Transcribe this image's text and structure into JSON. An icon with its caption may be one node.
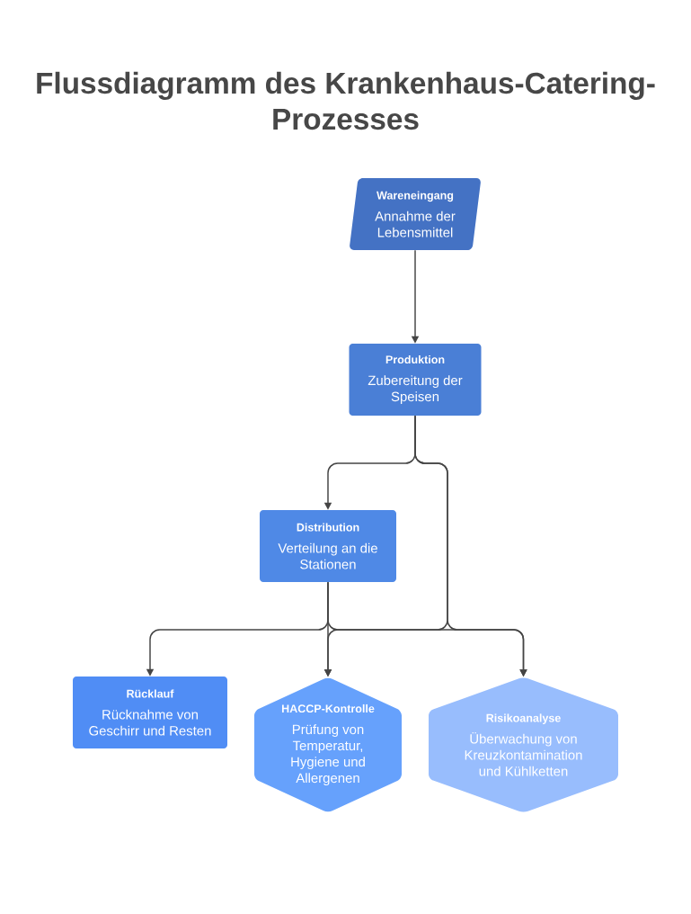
{
  "diagram": {
    "title": "Flussdiagramm des Krankenhaus-Catering-Prozesses",
    "nodes": [
      {
        "text": [
          "Wareneingang",
          "Annahme der Lebensmittel"
        ]
      },
      {
        "text": [
          "Produktion",
          "Zubereitung der Speisen"
        ]
      },
      {
        "text": [
          "Distribution",
          "Verteilung an die Stationen"
        ]
      },
      {
        "text": [
          "Rücklauf",
          "Rücknahme von Geschirr und Resten"
        ]
      },
      {
        "text": [
          "HACCP-Kontrolle",
          "Prüfung von Temperatur, Hygiene und Allergenen"
        ]
      },
      {
        "text": [
          "Risikoanalyse",
          "Überwachung von Kreuzkontamination und Kühlketten"
        ]
      }
    ],
    "edges": [
      {
        "from": 0,
        "to": 1,
        "arrow": "to"
      },
      {
        "from": 1,
        "to": 2,
        "arrow": "to"
      },
      {
        "from": 1,
        "to": 4,
        "arrow": "to"
      },
      {
        "from": 1,
        "to": 5,
        "arrow": "to"
      },
      {
        "from": 2,
        "to": 3,
        "arrow": "to"
      },
      {
        "from": 2,
        "to": 4,
        "arrow": "to"
      },
      {
        "from": 2,
        "to": 5,
        "arrow": "to"
      }
    ]
  }
}
